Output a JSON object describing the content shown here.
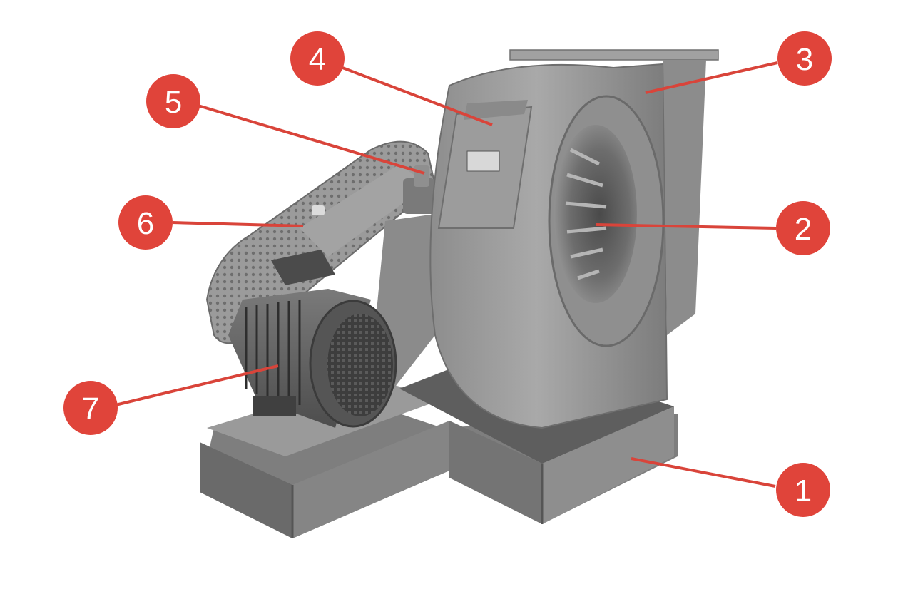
{
  "diagram": {
    "subject": "centrifugal-fan-illustration",
    "marker_color": "#E0443A",
    "leader_color": "#D9443A",
    "callouts": [
      {
        "id": "c1",
        "number": "1"
      },
      {
        "id": "c2",
        "number": "2"
      },
      {
        "id": "c3",
        "number": "3"
      },
      {
        "id": "c4",
        "number": "4"
      },
      {
        "id": "c5",
        "number": "5"
      },
      {
        "id": "c6",
        "number": "6"
      },
      {
        "id": "c7",
        "number": "7"
      }
    ]
  }
}
